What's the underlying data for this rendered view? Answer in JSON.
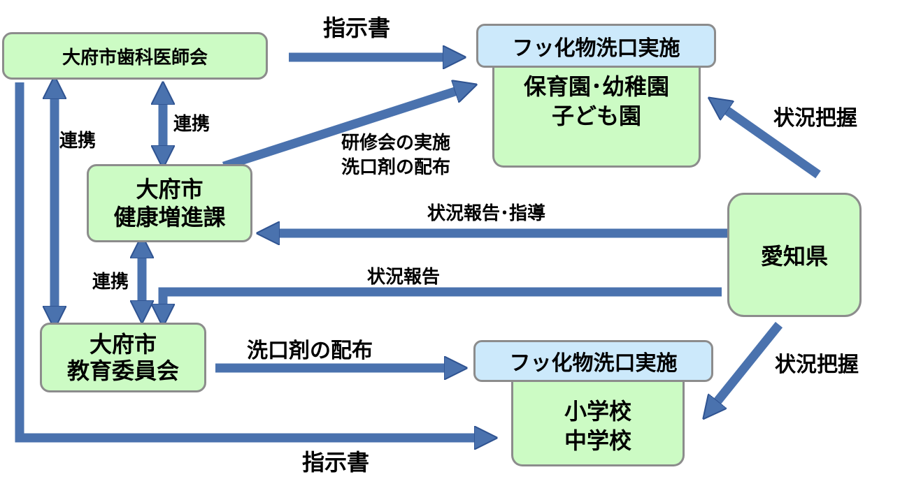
{
  "colors": {
    "box_fill": "#ccfbc4",
    "header_fill": "#cce9fb",
    "border": "#8c8c8c",
    "arrow": "#4a72ae",
    "arrow_edge": "#2f5391"
  },
  "nodes": {
    "dental_association": "大府市歯科医師会",
    "health_dept": [
      "大府市",
      "健康増進課"
    ],
    "education_board": [
      "大府市",
      "教育委員会"
    ],
    "prefecture": "愛知県",
    "fluoride_header_1": "フッ化物洗口実施",
    "nursery": [
      "保育園･幼稚園",
      "子ども園"
    ],
    "fluoride_header_2": "フッ化物洗口実施",
    "schools": [
      "小学校",
      "中学校"
    ]
  },
  "labels": {
    "instruction_top": "指示書",
    "instruction_bottom": "指示書",
    "coop_1": "連携",
    "coop_2": "連携",
    "coop_3": "連携",
    "training": [
      "研修会の実施",
      "洗口剤の配布"
    ],
    "report_guidance": "状況報告･指導",
    "report": "状況報告",
    "distribution": "洗口剤の配布",
    "monitor_1": "状況把握",
    "monitor_2": "状況把握"
  }
}
